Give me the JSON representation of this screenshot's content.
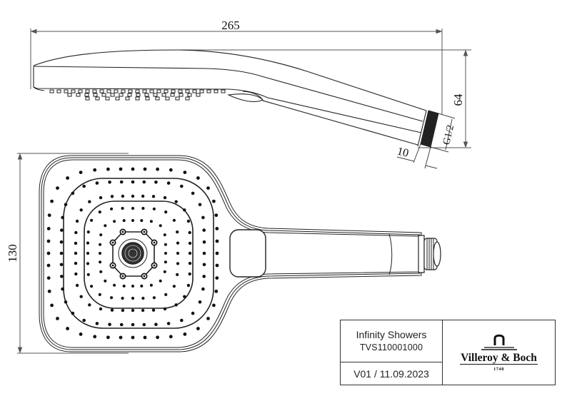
{
  "drawing": {
    "views": [
      "side-view",
      "top-view"
    ],
    "dimensions": {
      "overall_length": "265",
      "height": "64",
      "head_width": "130",
      "thread": "G1/2",
      "thread_length": "10"
    }
  },
  "title_block": {
    "product_name": "Infinity Showers",
    "article_number": "TVS110001000",
    "version_date": "V01 / 11.09.2023",
    "brand": {
      "name": "Villeroy & Boch",
      "year": "1748"
    }
  }
}
